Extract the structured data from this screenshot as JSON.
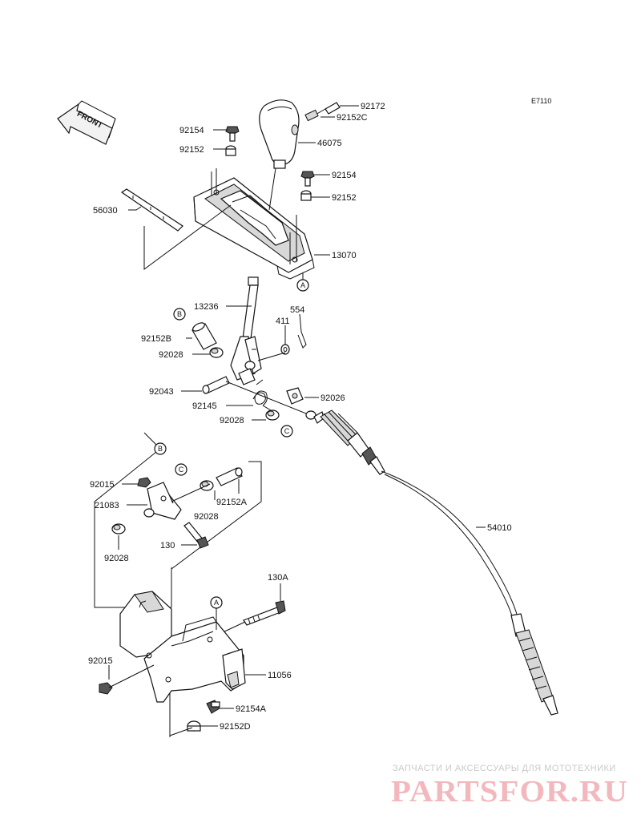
{
  "diagram_code": "E7110",
  "front_label": "FRONT",
  "callouts": {
    "c92172": "92172",
    "c92152C": "92152C",
    "c92154_top": "92154",
    "c92152_top": "92152",
    "c46075": "46075",
    "c92154_right": "92154",
    "c92152_right": "92152",
    "c56030": "56030",
    "c13070": "13070",
    "c13236": "13236",
    "c554": "554",
    "c411": "411",
    "c92152B": "92152B",
    "c92028_a": "92028",
    "c92043": "92043",
    "c92026": "92026",
    "c92145": "92145",
    "c92028_b": "92028",
    "c92015_top": "92015",
    "c21083": "21083",
    "c92152A": "92152A",
    "c92028_c": "92028",
    "c130": "130",
    "c92028_d": "92028",
    "c54010": "54010",
    "c130A": "130A",
    "c92015_bottom": "92015",
    "c11056": "11056",
    "c92154A": "92154A",
    "c92152D": "92152D"
  },
  "ref_markers": {
    "A1": "A",
    "A2": "A",
    "B1": "B",
    "B2": "B",
    "C1": "C",
    "C2": "C"
  },
  "watermark": {
    "tagline": "ЗАПЧАСТИ И АКСЕССУАРЫ ДЛЯ МОТОТЕХНИКИ",
    "brand": "PARTSFOR.RU"
  }
}
